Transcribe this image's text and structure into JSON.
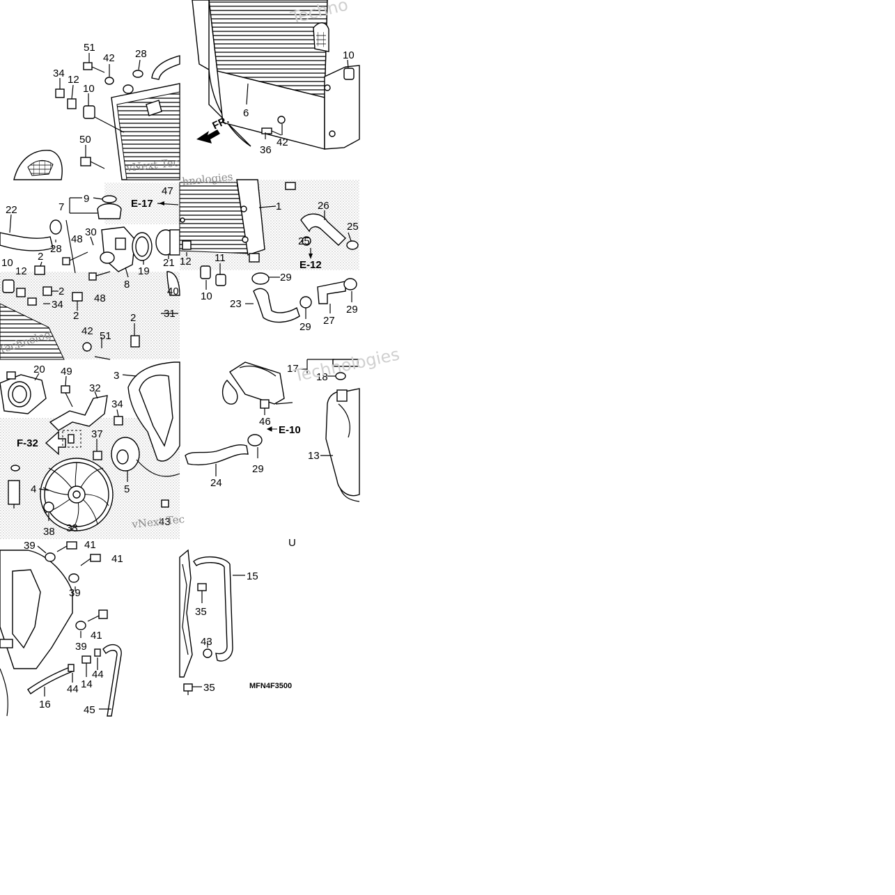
{
  "diagram": {
    "drawing_code": "MFN4F3500",
    "stray_mark": "U",
    "watermarks": [
      "vNext Tec",
      "Technologies",
      "Techno",
      "Technolog",
      "vNext Tec",
      "hnologies"
    ],
    "references": [
      {
        "id": "ref-e17",
        "label": "E-17"
      },
      {
        "id": "ref-e12",
        "label": "E-12"
      },
      {
        "id": "ref-e10",
        "label": "E-10"
      },
      {
        "id": "ref-f32",
        "label": "F-32"
      },
      {
        "id": "ref-fr",
        "label": "FR."
      }
    ],
    "callouts": [
      "51",
      "42",
      "28",
      "34",
      "12",
      "10",
      "50",
      "10",
      "6",
      "36",
      "42",
      "22",
      "9",
      "7",
      "47",
      "30",
      "48",
      "28",
      "2",
      "10",
      "12",
      "2",
      "34",
      "48",
      "8",
      "19",
      "21",
      "2",
      "42",
      "51",
      "2",
      "40",
      "31",
      "1",
      "26",
      "25",
      "25",
      "12",
      "11",
      "10",
      "29",
      "23",
      "29",
      "27",
      "29",
      "20",
      "49",
      "32",
      "3",
      "34",
      "37",
      "4",
      "5",
      "38",
      "33",
      "43",
      "17",
      "18",
      "46",
      "29",
      "24",
      "13",
      "39",
      "41",
      "41",
      "39",
      "39",
      "41",
      "44",
      "14",
      "44",
      "16",
      "45",
      "15",
      "35",
      "43",
      "35"
    ]
  }
}
